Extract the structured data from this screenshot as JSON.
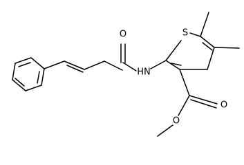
{
  "molecule": {
    "atoms": {
      "sulfur": "S",
      "carbonyl_oxygen_amide": "O",
      "amide_nitrogen": "HN",
      "ester_carbonyl_oxygen": "O",
      "ester_oxygen": "O"
    }
  }
}
